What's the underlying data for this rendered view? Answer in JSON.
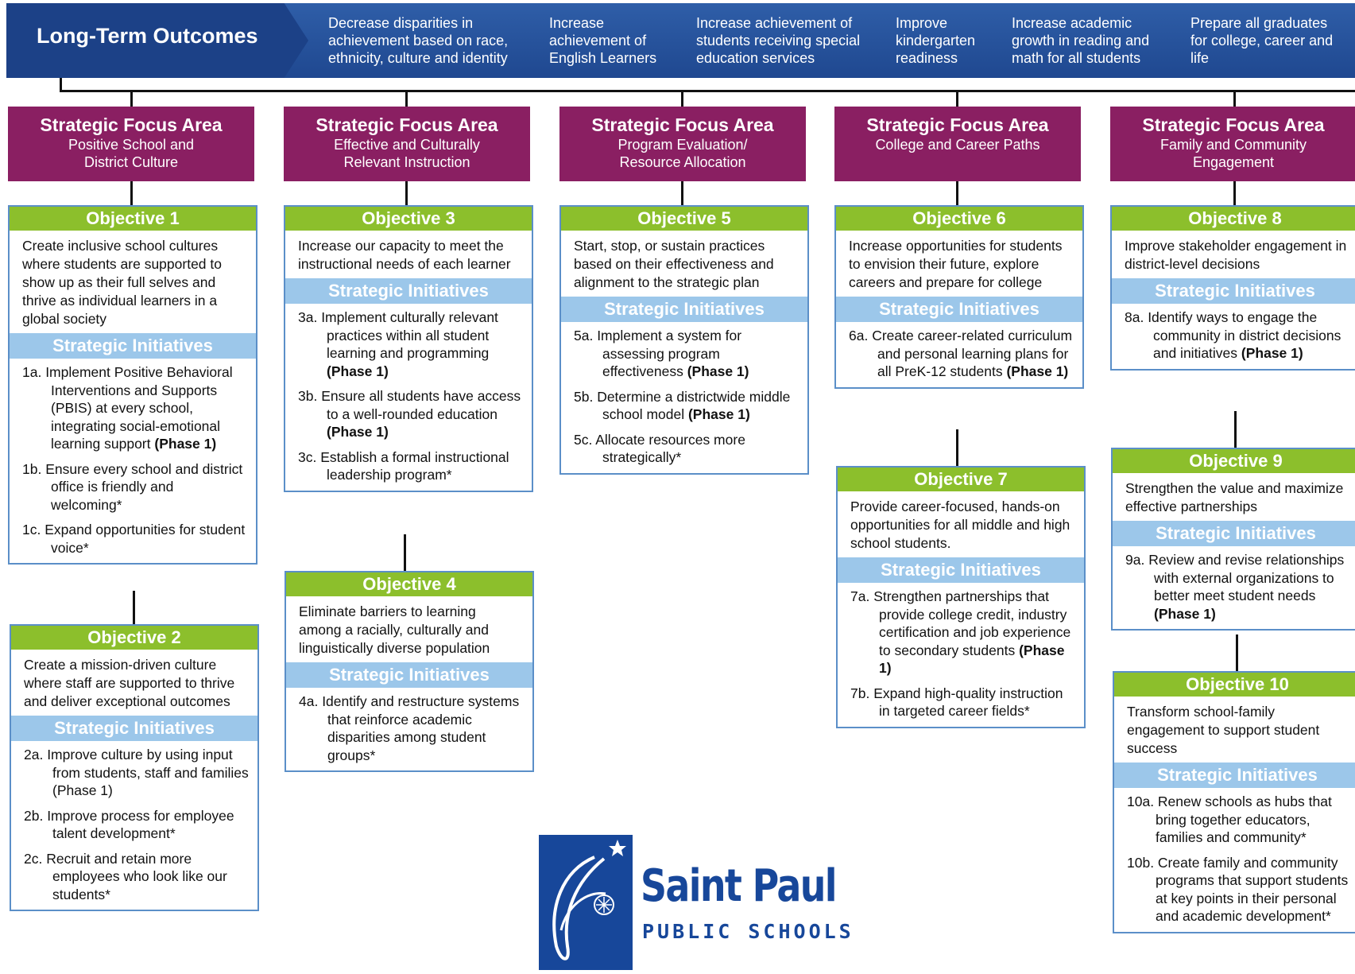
{
  "banner": {
    "title": "Long-Term Outcomes",
    "outcomes": [
      "Decrease disparities in achievement based on race, ethnicity, culture and identity",
      "Increase achievement of English Learners",
      "Increase achievement of students receiving special education services",
      "Improve kindergarten readiness",
      "Increase academic growth in reading and math for all students",
      "Prepare all graduates for college, career and life"
    ]
  },
  "focus_areas": [
    {
      "title": "Strategic Focus Area",
      "sub": "Positive School and District Culture"
    },
    {
      "title": "Strategic Focus Area",
      "sub": "Effective and Culturally Relevant Instruction"
    },
    {
      "title": "Strategic Focus Area",
      "sub": "Program Evaluation/ Resource Allocation"
    },
    {
      "title": "Strategic Focus Area",
      "sub": "College and Career Paths"
    },
    {
      "title": "Strategic Focus Area",
      "sub": "Family and Community Engagement"
    }
  ],
  "si_heading": "Strategic Initiatives",
  "objectives": [
    {
      "title": "Objective 1",
      "text": "Create inclusive school cultures where students are supported to show up as their full selves and thrive as individual learners in a global society",
      "initiatives": [
        {
          "text": "1a. Implement Positive Behavioral Interventions and Supports (PBIS) at every school, integrating social-emotional learning support ",
          "tag": "(Phase 1)"
        },
        {
          "text": "1b. Ensure every school and district office is friendly and welcoming*",
          "tag": ""
        },
        {
          "text": "1c. Expand opportunities for student voice*",
          "tag": ""
        }
      ]
    },
    {
      "title": "Objective 2",
      "text": "Create a mission-driven culture where staff are supported to thrive and deliver exceptional outcomes",
      "initiatives": [
        {
          "text": "2a. Improve culture by using input from students, staff and families (Phase 1)",
          "tag": ""
        },
        {
          "text": "2b. Improve process for employee talent development*",
          "tag": ""
        },
        {
          "text": "2c. Recruit and retain more employees who look like our students*",
          "tag": ""
        }
      ]
    },
    {
      "title": "Objective 3",
      "text": "Increase our capacity to meet the instructional needs of each learner",
      "initiatives": [
        {
          "text": "3a. Implement culturally relevant practices within all student learning and programming ",
          "tag": "(Phase 1)"
        },
        {
          "text": "3b. Ensure all students have access to a well-rounded education ",
          "tag": "(Phase 1)"
        },
        {
          "text": "3c. Establish a formal instructional leadership program*",
          "tag": ""
        }
      ]
    },
    {
      "title": "Objective 4",
      "text": "Eliminate barriers to learning among a racially, culturally and linguistically diverse population",
      "initiatives": [
        {
          "text": "4a. Identify and restructure systems that reinforce academic disparities among student groups*",
          "tag": ""
        }
      ]
    },
    {
      "title": "Objective 5",
      "text": "Start, stop, or sustain practices based on their effectiveness and alignment to the strategic plan",
      "initiatives": [
        {
          "text": "5a. Implement a system for assessing program effectiveness ",
          "tag": "(Phase 1)"
        },
        {
          "text": "5b. Determine a districtwide middle school model ",
          "tag": "(Phase 1)"
        },
        {
          "text": "5c. Allocate resources more strategically*",
          "tag": ""
        }
      ]
    },
    {
      "title": "Objective 6",
      "text": "Increase opportunities for students to envision their future, explore careers and prepare for college",
      "initiatives": [
        {
          "text": "6a. Create career-related curriculum and personal learning plans for all PreK-12 students ",
          "tag": "(Phase 1)"
        }
      ]
    },
    {
      "title": "Objective 7",
      "text": "Provide career-focused, hands-on opportunities for all middle and high school students.",
      "initiatives": [
        {
          "text": "7a. Strengthen partnerships that provide college credit, industry certification and job experience to secondary students ",
          "tag": "(Phase 1)"
        },
        {
          "text": "7b. Expand high-quality instruction in targeted career fields*",
          "tag": ""
        }
      ]
    },
    {
      "title": "Objective 8",
      "text": "Improve stakeholder engagement in district-level decisions",
      "initiatives": [
        {
          "text": "8a. Identify ways to engage the community in district decisions and initiatives ",
          "tag": "(Phase 1)"
        }
      ]
    },
    {
      "title": "Objective 9",
      "text": "Strengthen the value and maximize effective partnerships",
      "initiatives": [
        {
          "text": "9a. Review and revise relationships with external organizations to better meet student needs ",
          "tag": "(Phase 1)"
        }
      ]
    },
    {
      "title": "Objective 10",
      "text": "Transform school-family engagement to support student success",
      "initiatives": [
        {
          "text": "10a. Renew schools as hubs that bring together educators, families and community*",
          "tag": ""
        },
        {
          "text": "10b. Create family and community programs that support students at key points in their personal and academic development*",
          "tag": ""
        }
      ]
    }
  ],
  "logo": {
    "name": "Saint Paul",
    "sub": "PUBLIC SCHOOLS"
  },
  "colors": {
    "banner": "#2f5ea8",
    "focus_area": "#8a1f62",
    "objective": "#8cbf2c",
    "initiatives": "#9cc7ea",
    "logo": "#17479a"
  }
}
